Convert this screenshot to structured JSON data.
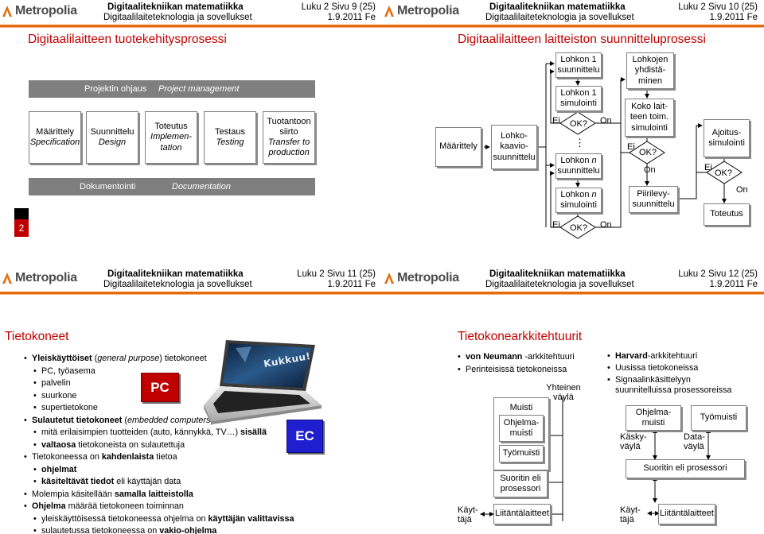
{
  "header": {
    "logo_text": "Metropolia",
    "course": "Digitaalitekniikan matematiikka",
    "subtitle": "Digitaalilaiteteknologia ja sovellukset",
    "date": "1.9.2011 Fe"
  },
  "slides": [
    {
      "slide_no": "Luku 2  Sivu 9 (25)",
      "title": "Digitaalilaitteen tuotekehitysprosessi",
      "band_top": {
        "fi": "Projektin ohjaus",
        "en": "Project management"
      },
      "band_bottom": {
        "fi": "Dokumentointi",
        "en": "Documentation"
      },
      "stages": [
        {
          "fi": "Määrittely",
          "en": "Specification"
        },
        {
          "fi": "Suunnittelu",
          "en": "Design"
        },
        {
          "fi": "Toteutus",
          "en": "Implemen-\ntation"
        },
        {
          "fi": "Testaus",
          "en": "Testing"
        },
        {
          "fi": "Tuotantoon siirto",
          "en": "Transfer to production"
        }
      ],
      "page_marker": "2"
    },
    {
      "slide_no": "Luku 2  Sivu 10 (25)",
      "title": "Digitaalilaitteen laitteiston suunnitteluprosessi",
      "boxes": {
        "maarittely": "Määrittely",
        "lohkokaavio": "Lohko-\nkaavio-\nsuunnittelu",
        "l1_suunn": "Lohkon 1\nsuunnittelu",
        "l1_sim": "Lohkon 1\nsimulointi",
        "ln_suunn_a": "Lohkon ",
        "ln_suunn_b": "n",
        "ln_suunn_c": "suunnittelu",
        "ln_sim_a": "Lohkon ",
        "ln_sim_b": "n",
        "ln_sim_c": "simulointi",
        "yhdist": "Lohkojen\nyhdistä-\nminen",
        "koko": "Koko lait-\nteen toim.\nsimulointi",
        "piiri": "Piirilevy-\nsuunnittelu",
        "ajoitus": "Ajoitus-\nsimulointi",
        "toteutus": "Toteutus"
      },
      "labels": {
        "ok": "OK?",
        "on": "On",
        "ei": "Ei",
        "dots": "⋮"
      }
    },
    {
      "slide_no": "Luku 2  Sivu 11 (25)",
      "title": "Tietokoneet",
      "badge_pc": "PC",
      "badge_ec": "EC",
      "laptop_screen_text": "Kukkuu!",
      "bullets": [
        {
          "level": 1,
          "parts": [
            {
              "t": "Yleiskäyttöiset",
              "b": true
            },
            {
              "t": " ("
            },
            {
              "t": "general purpose",
              "i": true
            },
            {
              "t": ") tietokoneet"
            }
          ]
        },
        {
          "level": 2,
          "parts": [
            {
              "t": "PC, työasema"
            }
          ]
        },
        {
          "level": 2,
          "parts": [
            {
              "t": "palvelin"
            }
          ]
        },
        {
          "level": 2,
          "parts": [
            {
              "t": "suurkone"
            }
          ]
        },
        {
          "level": 2,
          "parts": [
            {
              "t": "supertietokone"
            }
          ]
        },
        {
          "level": 1,
          "parts": [
            {
              "t": "Sulautetut tietokoneet",
              "b": true
            },
            {
              "t": " ("
            },
            {
              "t": "embedded computers",
              "i": true
            },
            {
              "t": ")"
            }
          ]
        },
        {
          "level": 2,
          "parts": [
            {
              "t": "mitä erilaisimpien tuotteiden (auto, kännykkä, TV…) "
            },
            {
              "t": "sisällä",
              "b": true
            }
          ]
        },
        {
          "level": 2,
          "parts": [
            {
              "t": "valtaosa",
              "b": true
            },
            {
              "t": " tietokoneista on sulautettuja"
            }
          ]
        },
        {
          "level": 1,
          "parts": [
            {
              "t": "Tietokoneessa on "
            },
            {
              "t": "kahdenlaista",
              "b": true
            },
            {
              "t": " tietoa"
            }
          ]
        },
        {
          "level": 2,
          "parts": [
            {
              "t": "ohjelmat",
              "b": true
            }
          ]
        },
        {
          "level": 2,
          "parts": [
            {
              "t": "käsiteltävät tiedot",
              "b": true
            },
            {
              "t": " eli käyttäjän data"
            }
          ]
        },
        {
          "level": 1,
          "parts": [
            {
              "t": "Molempia käsitellään "
            },
            {
              "t": "samalla laitteistolla",
              "b": true
            }
          ]
        },
        {
          "level": 1,
          "parts": [
            {
              "t": "Ohjelma",
              "b": true
            },
            {
              "t": " määrää tietokoneen toiminnan"
            }
          ]
        },
        {
          "level": 2,
          "parts": [
            {
              "t": "yleiskäyttöisessä tietokoneessa ohjelma on "
            },
            {
              "t": "käyttäjän valittavissa",
              "b": true
            }
          ]
        },
        {
          "level": 2,
          "parts": [
            {
              "t": "sulautetussa tietokoneessa on "
            },
            {
              "t": "vakio-ohjelma",
              "b": true
            }
          ]
        }
      ]
    },
    {
      "slide_no": "Luku 2  Sivu 12 (25)",
      "title": "Tietokonearkkitehtuurit",
      "left_bullets": [
        {
          "parts": [
            {
              "t": "von Neumann",
              "b": true
            },
            {
              "t": " -arkkitehtuuri"
            }
          ]
        },
        {
          "parts": [
            {
              "t": "Perinteisissä tietokoneissa"
            }
          ]
        }
      ],
      "right_bullets": [
        {
          "parts": [
            {
              "t": "Harvard",
              "b": true
            },
            {
              "t": "-arkkitehtuuri"
            }
          ]
        },
        {
          "parts": [
            {
              "t": "Uusissa tietokoneissa"
            }
          ]
        },
        {
          "parts": [
            {
              "t": "Signaalinkäsittelyyn suunnitelluissa prosessoreissa"
            }
          ]
        }
      ],
      "vn": {
        "bus_label": "Yhteinen\nväylä",
        "muisti": "Muisti",
        "ohjelmamuisti": "Ohjelma-\nmuisti",
        "tyomuisti": "Työmuisti",
        "cpu": "Suoritin eli\nprosessori",
        "io": "Liitäntälaitteet",
        "user": "Käyt-\ntäjä"
      },
      "hv": {
        "ohjelmamuisti": "Ohjelma-\nmuisti",
        "tyomuisti": "Työmuisti",
        "kaskyvayla": "Käsky-\nväylä",
        "datavayla": "Data-\nväylä",
        "cpu": "Suoritin eli prosessori",
        "io": "Liitäntälaitteet",
        "user": "Käyt-\ntäjä"
      }
    }
  ],
  "colors": {
    "accent": "#e36c09",
    "title": "#c00000",
    "band": "#7f7f7f",
    "badge": "#c00000",
    "badge_ec": "#1f1fd0"
  }
}
